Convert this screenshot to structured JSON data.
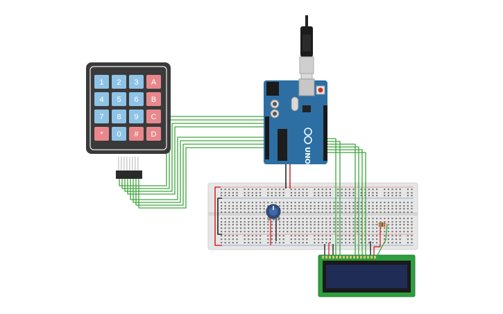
{
  "keypad": {
    "keys": [
      {
        "label": "1",
        "color": "#8fc3e6"
      },
      {
        "label": "2",
        "color": "#8fc3e6"
      },
      {
        "label": "3",
        "color": "#8fc3e6"
      },
      {
        "label": "A",
        "color": "#e8888c"
      },
      {
        "label": "4",
        "color": "#8fc3e6"
      },
      {
        "label": "5",
        "color": "#8fc3e6"
      },
      {
        "label": "6",
        "color": "#8fc3e6"
      },
      {
        "label": "B",
        "color": "#e8888c"
      },
      {
        "label": "7",
        "color": "#8fc3e6"
      },
      {
        "label": "8",
        "color": "#8fc3e6"
      },
      {
        "label": "9",
        "color": "#8fc3e6"
      },
      {
        "label": "C",
        "color": "#e8888c"
      },
      {
        "label": "*",
        "color": "#e8888c"
      },
      {
        "label": "0",
        "color": "#8fc3e6"
      },
      {
        "label": "#",
        "color": "#e8888c"
      },
      {
        "label": "D",
        "color": "#e8888c"
      }
    ]
  },
  "arduino": {
    "model": "UNO",
    "board_color": "#2d6fa3"
  },
  "colors": {
    "wire_green": "#3aa53a",
    "wire_red": "#d62a2a",
    "wire_black": "#222222",
    "lcd_screen": "#1f2c55",
    "lcd_board": "#2e9e3e"
  }
}
